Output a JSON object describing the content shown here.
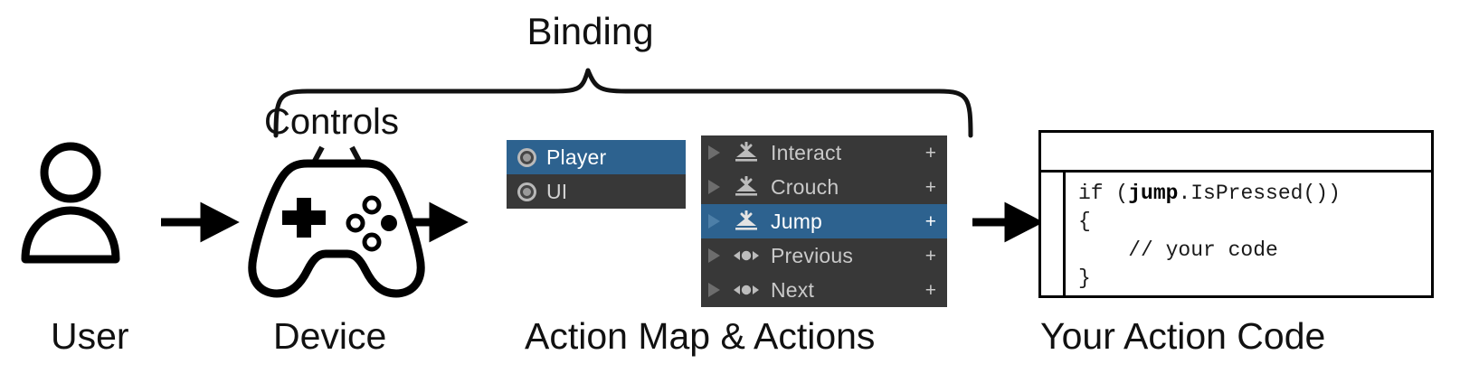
{
  "diagram": {
    "title": "Unity Input System binding flow",
    "annotations": {
      "binding": "Binding",
      "controls": "Controls"
    },
    "captions": {
      "user": "User",
      "device": "Device",
      "action_map": "Action Map & Actions",
      "code": "Your Action Code"
    }
  },
  "action_map_panel": {
    "rows": [
      {
        "label": "Player",
        "icon": "action-map-ring-icon",
        "selected": true
      },
      {
        "label": "UI",
        "icon": "action-map-ring-icon",
        "selected": false
      }
    ]
  },
  "actions_panel": {
    "add_label": "+",
    "rows": [
      {
        "label": "Interact",
        "type": "button",
        "icon": "button-action-icon",
        "selected": false,
        "expander": "▶"
      },
      {
        "label": "Crouch",
        "type": "button",
        "icon": "button-action-icon",
        "selected": false,
        "expander": "▶"
      },
      {
        "label": "Jump",
        "type": "button",
        "icon": "button-action-icon",
        "selected": true,
        "expander": "▶"
      },
      {
        "label": "Previous",
        "type": "axis",
        "icon": "axis-action-icon",
        "selected": false,
        "expander": "▶"
      },
      {
        "label": "Next",
        "type": "axis",
        "icon": "axis-action-icon",
        "selected": false,
        "expander": "▶"
      }
    ]
  },
  "code_window": {
    "title": "",
    "lines": [
      {
        "prefix": "if (",
        "bold": "jump",
        "suffix": ".IsPressed())"
      },
      {
        "prefix": "{",
        "bold": "",
        "suffix": ""
      },
      {
        "prefix": "    // your code",
        "bold": "",
        "suffix": ""
      },
      {
        "prefix": "}",
        "bold": "",
        "suffix": ""
      }
    ]
  },
  "colors": {
    "selection_blue": "#2d628f",
    "panel_dark": "#383838",
    "text_light": "#c9c9c9",
    "stroke_black": "#000000",
    "background": "#ffffff"
  }
}
